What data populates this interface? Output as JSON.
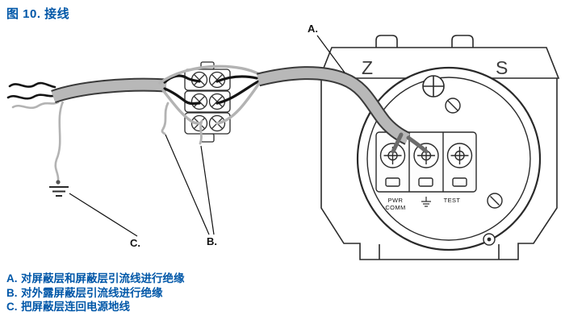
{
  "title": "图 10.  接线",
  "colors": {
    "accent_blue": "#0057A8",
    "outline_dark": "#2a2a2a",
    "cable_gray": "#b3b3b3",
    "wire_black": "#141414"
  },
  "diagram": {
    "callouts": {
      "a": "A.",
      "b": "B.",
      "c": "C."
    },
    "housing_marks": {
      "left": "Z",
      "right": "S"
    },
    "terminal_labels": {
      "power": "PWR",
      "comm": "COMM",
      "test": "TEST"
    }
  },
  "legend": [
    {
      "key": "A.",
      "text": "对屏蔽层和屏蔽层引流线进行绝缘"
    },
    {
      "key": "B.",
      "text": "对外露屏蔽层引流线进行绝缘"
    },
    {
      "key": "C.",
      "text": "把屏蔽层连回电源地线"
    }
  ]
}
